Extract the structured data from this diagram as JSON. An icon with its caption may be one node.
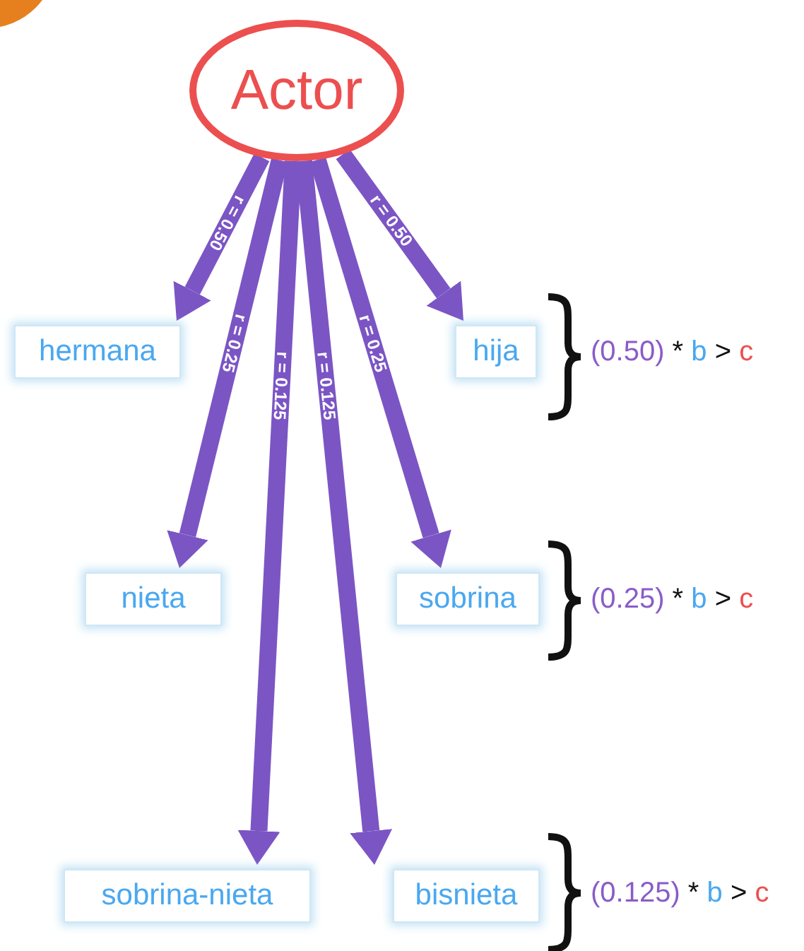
{
  "diagram": {
    "nodes": [
      {
        "text": [
          "Actor"
        ]
      },
      {
        "text": [
          "hermana"
        ]
      },
      {
        "text": [
          "hija"
        ]
      },
      {
        "text": [
          "nieta"
        ]
      },
      {
        "text": [
          "sobrina"
        ]
      },
      {
        "text": [
          "sobrina-nieta"
        ]
      },
      {
        "text": [
          "bisnieta"
        ]
      }
    ],
    "edges": [
      {
        "from": 0,
        "to": 1,
        "arrow": "to",
        "label": "r = 0.50"
      },
      {
        "from": 0,
        "to": 3,
        "arrow": "to",
        "label": "r = 0.25"
      },
      {
        "from": 0,
        "to": 5,
        "arrow": "to",
        "label": "r = 0.125"
      },
      {
        "from": 0,
        "to": 6,
        "arrow": "to",
        "label": "r = 0.125"
      },
      {
        "from": 0,
        "to": 4,
        "arrow": "to",
        "label": "r = 0.25"
      },
      {
        "from": 0,
        "to": 2,
        "arrow": "to",
        "label": "r = 0.50"
      }
    ],
    "labels": [
      "(0.50) * b > c",
      "(0.25) * b > c",
      "(0.125) * b > c"
    ]
  }
}
